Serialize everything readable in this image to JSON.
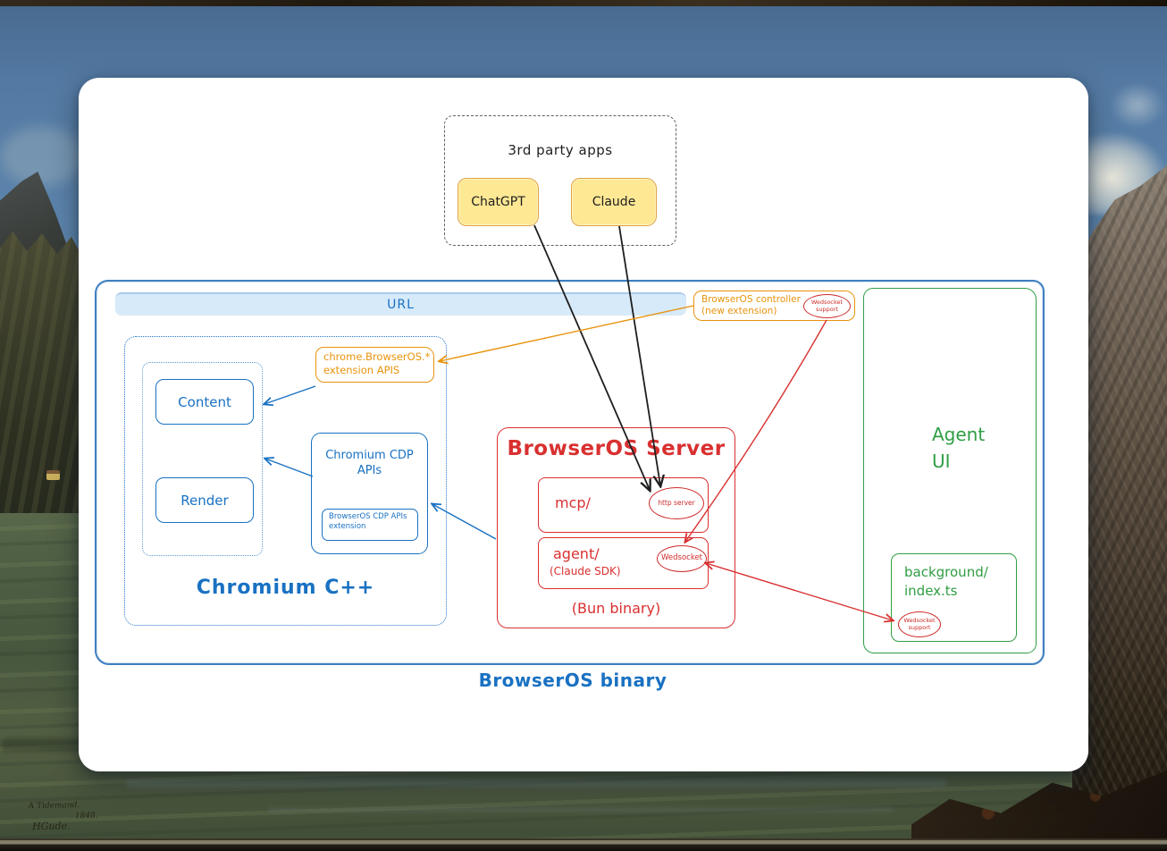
{
  "painting": {
    "signature_line1": "A Tidemand.",
    "signature_line2": "1848.",
    "signature_line3": "HGude."
  },
  "third_party": {
    "title": "3rd party apps",
    "apps": [
      {
        "label": "ChatGPT"
      },
      {
        "label": "Claude"
      }
    ]
  },
  "browser": {
    "url_bar_label": "URL",
    "binary_label": "BrowserOS binary"
  },
  "controller": {
    "line1": "BrowserOS controller",
    "line2": "(new extension)",
    "badge_line1": "Wedsocket",
    "badge_line2": "support"
  },
  "chromium": {
    "title": "Chromium C++",
    "content_label": "Content",
    "render_label": "Render",
    "cdp_line1": "Chromium CDP",
    "cdp_line2": "APIs",
    "cdp_ext_line1": "BrowserOS CDP APIs",
    "cdp_ext_line2": "extension",
    "ext_api_line1": "chrome.BrowserOS.*",
    "ext_api_line2": "extension APIS"
  },
  "server": {
    "title": "BrowserOS Server",
    "mcp_label": "mcp/",
    "http_badge": "http server",
    "agent_label": "agent/",
    "agent_sub": "(Claude SDK)",
    "ws_badge": "Wedsocket",
    "footer": "(Bun binary)"
  },
  "agent_ui": {
    "title_line1": "Agent",
    "title_line2": "UI",
    "bg_line1": "background/",
    "bg_line2": "index.ts",
    "badge_line1": "Wedsocket",
    "badge_line2": "support"
  },
  "colors": {
    "diagram_blue": "#1971c2",
    "diagram_orange": "#e8930c",
    "diagram_red": "#d93030",
    "diagram_green": "#2f9e44",
    "diagram_black": "#1e1e1e",
    "app_yellow_fill": "#ffe894",
    "url_bar_fill": "#d7eaf9"
  }
}
